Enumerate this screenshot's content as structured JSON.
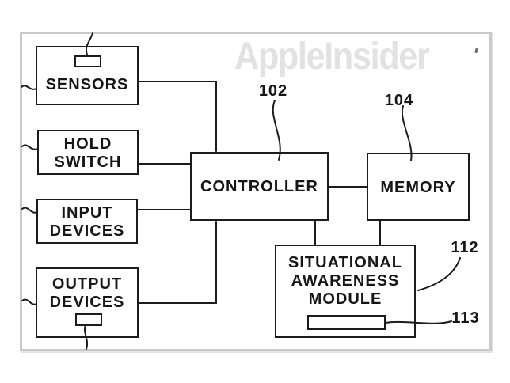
{
  "watermark": {
    "text": "AppleInsider"
  },
  "colors": {
    "ink": "#1c1c1c",
    "frame_border": "#c9c9c9",
    "watermark": "#e2e2e2",
    "background": "#ffffff"
  },
  "boxes": {
    "sensors": {
      "label": "SENSORS"
    },
    "hold_switch": {
      "line1": "HOLD",
      "line2": "SWITCH"
    },
    "input_devices": {
      "line1": "INPUT",
      "line2": "DEVICES"
    },
    "output_devices": {
      "line1": "OUTPUT",
      "line2": "DEVICES"
    },
    "controller": {
      "label": "CONTROLLER"
    },
    "memory": {
      "label": "MEMORY"
    },
    "situational_awareness_module": {
      "line1": "SITUATIONAL",
      "line2": "AWARENESS",
      "line3": "MODULE"
    }
  },
  "refs": {
    "controller": "102",
    "memory": "104",
    "situational_awareness_module": "112",
    "submodule": "113"
  }
}
